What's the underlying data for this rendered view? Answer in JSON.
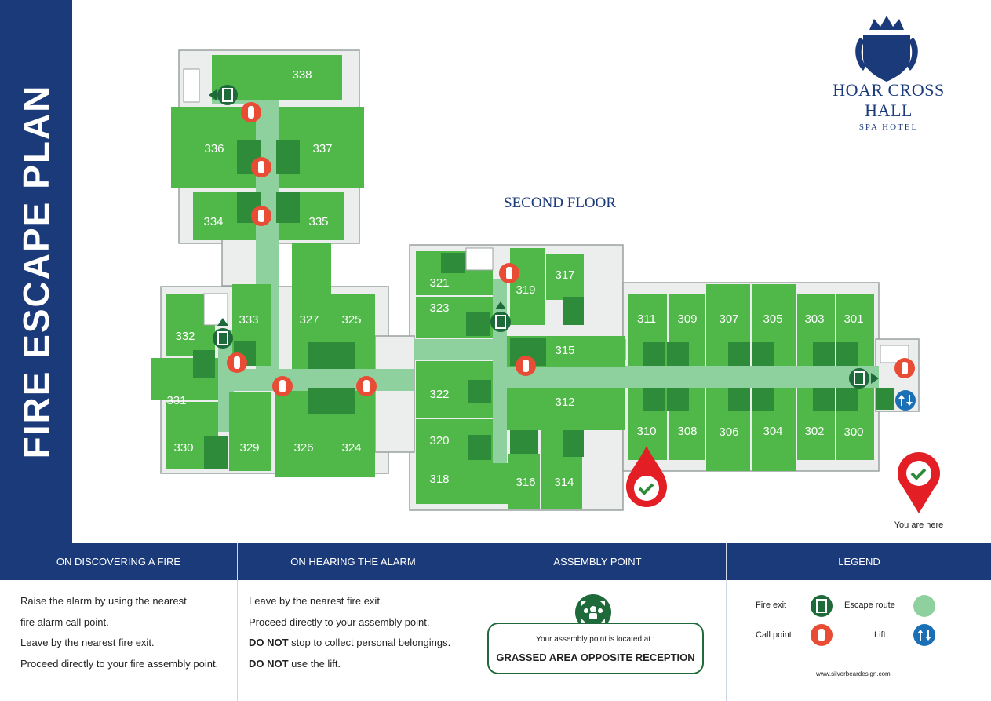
{
  "sidebar": {
    "title": "FIRE ESCAPE  PLAN"
  },
  "floor_title": "SECOND FLOOR",
  "logo": {
    "name": "HOAR CROSS HALL",
    "subtitle": "SPA HOTEL"
  },
  "rooms": [
    "338",
    "336",
    "337",
    "334",
    "335",
    "333",
    "332",
    "331",
    "330",
    "329",
    "327",
    "325",
    "326",
    "324",
    "321",
    "323",
    "322",
    "320",
    "318",
    "319",
    "317",
    "315",
    "316",
    "314",
    "312",
    "311",
    "309",
    "307",
    "305",
    "303",
    "301",
    "310",
    "308",
    "306",
    "304",
    "302",
    "300"
  ],
  "you_are_here": "You are here",
  "colors": {
    "navy": "#1b3a7a",
    "room_green": "#4fb848",
    "dark_green": "#2e8b3a",
    "route": "#8fd19e",
    "alarm_red": "#e84c35",
    "exit_green": "#1f6a3a",
    "lift_blue": "#1a6fb5"
  },
  "panels": {
    "discovering": {
      "heading": "ON DISCOVERING A FIRE",
      "lines": [
        "Raise the alarm by using the nearest",
        "fire alarm call point.",
        "Leave by the nearest fire exit.",
        "Proceed directly to your fire assembly point."
      ]
    },
    "alarm": {
      "heading": "ON HEARING THE ALARM",
      "line1": "Leave by the nearest fire exit.",
      "line2": "Proceed directly to your assembly point.",
      "line3_bold": "DO NOT",
      "line3_rest": " stop to collect personal belongings.",
      "line4_bold": "DO NOT",
      "line4_rest": " use the lift."
    },
    "assembly": {
      "heading": "ASSEMBLY POINT",
      "located_text": "Your assembly point is located at :",
      "location": "GRASSED AREA OPPOSITE RECEPTION"
    },
    "legend": {
      "heading": "LEGEND",
      "fire_exit": "Fire exit",
      "escape_route": "Escape route",
      "call_point": "Call point",
      "lift": "Lift",
      "credit": "www.silverbeardesign.com"
    }
  }
}
